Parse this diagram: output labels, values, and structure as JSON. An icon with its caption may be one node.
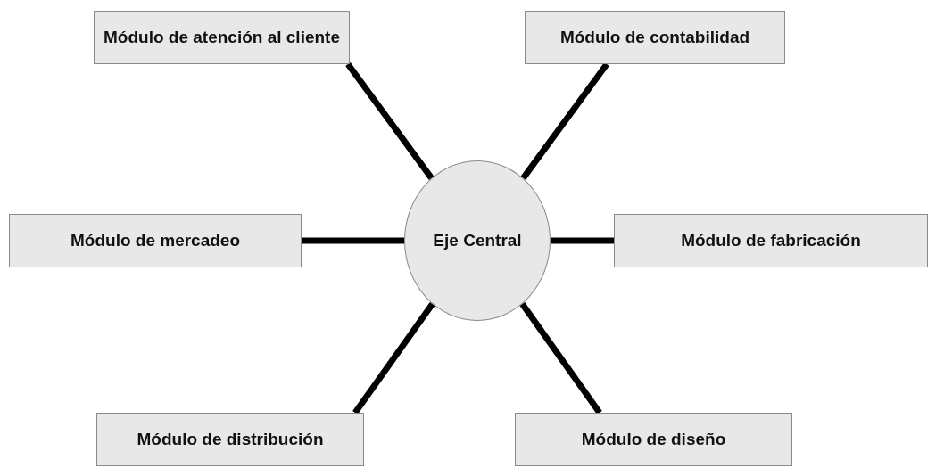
{
  "diagram": {
    "nodes": [
      {
        "text": [
          "Módulo de atención al cliente"
        ]
      },
      {
        "text": [
          "Módulo de contabilidad"
        ]
      },
      {
        "text": [
          "Módulo de mercadeo"
        ]
      },
      {
        "text": [
          "Eje Central"
        ]
      },
      {
        "text": [
          "Módulo de fabricación"
        ]
      },
      {
        "text": [
          "Módulo de distribución"
        ]
      },
      {
        "text": [
          "Módulo de diseño"
        ]
      }
    ],
    "edges": [
      {
        "from": 3,
        "to": 0,
        "arrow": "none"
      },
      {
        "from": 3,
        "to": 1,
        "arrow": "none"
      },
      {
        "from": 3,
        "to": 2,
        "arrow": "none"
      },
      {
        "from": 3,
        "to": 4,
        "arrow": "none"
      },
      {
        "from": 3,
        "to": 5,
        "arrow": "none"
      },
      {
        "from": 3,
        "to": 6,
        "arrow": "none"
      }
    ]
  }
}
